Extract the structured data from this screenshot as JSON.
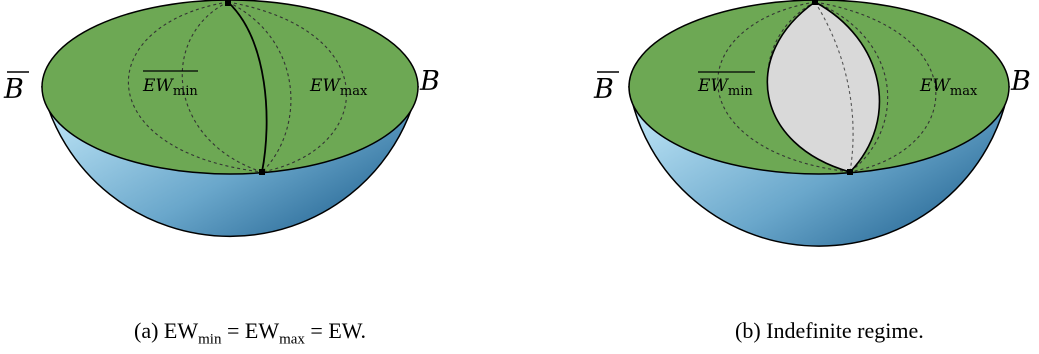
{
  "colors": {
    "disk": "#6da854",
    "bowl_light": "#bfe6f7",
    "bowl_dark": "#1e5f8e",
    "surface": "#d9d9d9"
  },
  "panels": [
    {
      "id": "a",
      "boundary_left": "B",
      "boundary_right": "B",
      "ew_left": "EW",
      "ew_left_sub": "min",
      "ew_right": "EW",
      "ew_right_sub": "max",
      "caption": {
        "prefix": "(a) EW",
        "sub1": "min",
        "mid": " = EW",
        "sub2": "max",
        "suffix": " = EW."
      }
    },
    {
      "id": "b",
      "boundary_left": "B",
      "boundary_right": "B",
      "ew_left": "EW",
      "ew_left_sub": "min",
      "ew_right": "EW",
      "ew_right_sub": "max",
      "caption": {
        "text": "(b) Indefinite regime."
      }
    }
  ]
}
